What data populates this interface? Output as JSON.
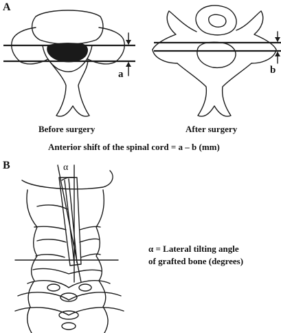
{
  "panel_a": {
    "letter": "A",
    "label_a": "a",
    "label_b": "b",
    "caption_before": "Before surgery",
    "caption_after": "After surgery",
    "formula": "Anterior shift of the spinal cord = a – b (mm)"
  },
  "panel_b": {
    "letter": "B",
    "angle_symbol": "α",
    "definition_line1": "α = Lateral tilting angle",
    "definition_line2": "of grafted bone (degrees)"
  }
}
